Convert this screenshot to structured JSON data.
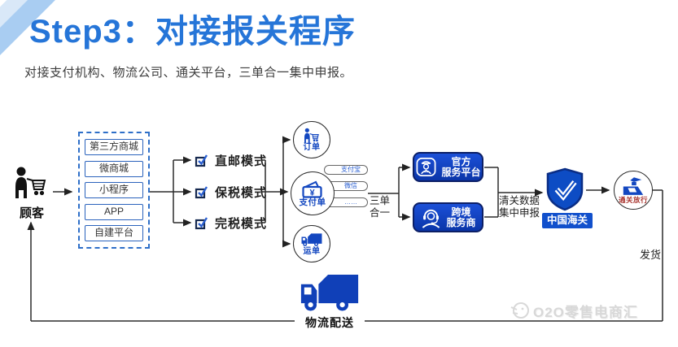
{
  "header": {
    "title": "Step3：对接报关程序",
    "subtitle": "对接支付机构、物流公司、通关平台，三单合一集中申报。"
  },
  "customer": {
    "label": "顾客"
  },
  "channels": [
    "第三方商城",
    "微商城",
    "小程序",
    "APP",
    "自建平台"
  ],
  "modes": [
    "直邮模式",
    "保税模式",
    "完税模式"
  ],
  "documents": {
    "order": "订单",
    "payment": "支付单",
    "waybill": "运单",
    "payment_methods": [
      "支付宝",
      "微信",
      "……"
    ],
    "currency_symbol": "¥"
  },
  "flow_labels": {
    "three_in_one_line1": "三单",
    "three_in_one_line2": "合一",
    "clearance_line1": "清关数据",
    "clearance_line2": "集中申报",
    "ship": "发货",
    "logistics": "物流配送"
  },
  "platforms": {
    "official_line1": "官方",
    "official_line2": "服务平台",
    "crossborder_line1": "跨境",
    "crossborder_line2": "服务商"
  },
  "customs": {
    "china_customs": "中国海关",
    "release": "通关放行"
  },
  "watermark": "O2O零售电商汇",
  "colors": {
    "title_blue": "#2575d8",
    "diagram_blue": "#1347c0",
    "box_blue_dark": "#0a35a8",
    "release_red": "#a8342e",
    "dashed_border": "#2e6fc8",
    "watermark_gray": "#d8d8d8"
  },
  "icons": [
    "customer-cart-icon",
    "order-cart-icon",
    "payment-wallet-icon",
    "waybill-truck-icon",
    "checkbox-check-icon",
    "officer-badge-icon",
    "headset-agent-icon",
    "customs-shield-icon",
    "clearance-officer-icon",
    "logistics-truck-icon",
    "watermark-logo-icon"
  ]
}
